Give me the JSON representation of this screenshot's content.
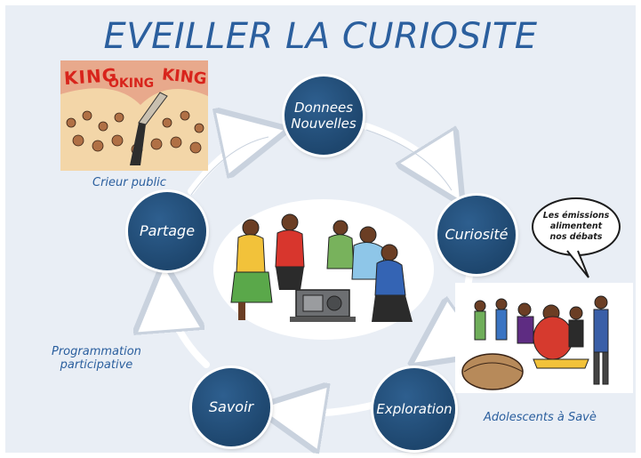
{
  "title": "EVEILLER LA CURIOSITE",
  "nodes": {
    "donnees": [
      "Donnees",
      "Nouvelles"
    ],
    "curiosite": "Curiosité",
    "exploration": "Exploration",
    "savoir": "Savoir",
    "partage": "Partage"
  },
  "captions": {
    "crieur": "Crieur public",
    "programmation": [
      "Programmation",
      "participative"
    ],
    "adolescents": "Adolescents à Savè"
  },
  "banner_text": [
    "KING",
    "OKING",
    "KING"
  ],
  "speech_bubble": [
    "Les émissions",
    "alimentent",
    "nos débats"
  ],
  "colors": {
    "node": "#1f4a74",
    "title": "#2b5f9e",
    "panel": "#e9eef5"
  }
}
